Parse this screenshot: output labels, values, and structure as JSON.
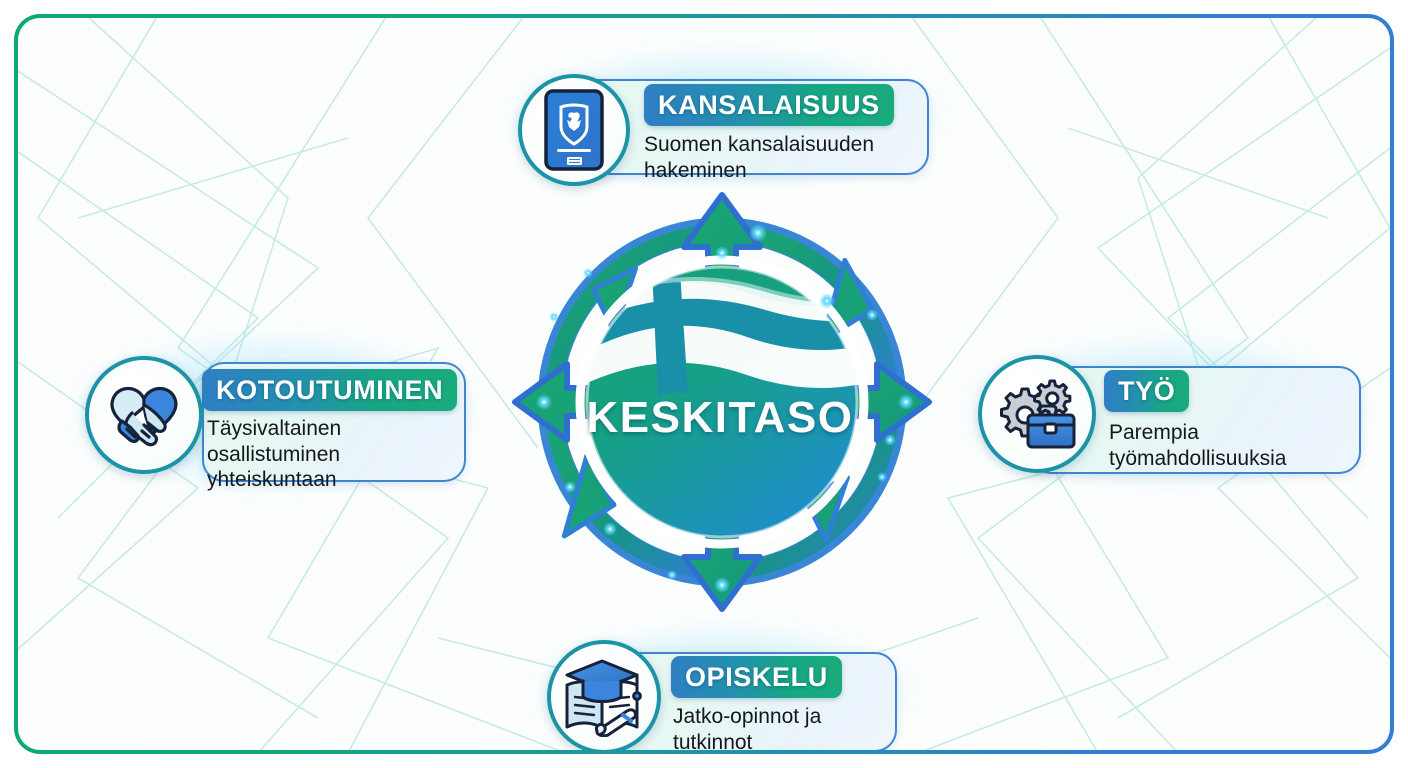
{
  "frame": {
    "border_gradient_from": "#0fa678",
    "border_gradient_to": "#2f7fd4",
    "background": "#fcfefd",
    "pattern_line_color": "#bde8de"
  },
  "center": {
    "label": "KESKITASO",
    "circle_gradient_from": "#15a06f",
    "circle_gradient_to": "#1f8ec8",
    "flag_cross_color": "#1a8fa8",
    "flag_field_color": "#ffffff",
    "icon_name": "finland-flag-circle",
    "arrow_fill": "#1aa06e",
    "arrow_stroke": "#2f6fd0",
    "glow_color": "#35c8ff"
  },
  "cards": [
    {
      "id": "kansalaisuus",
      "title": "KANSALAISUUS",
      "subtitle": "Suomen kansalaisuuden hakeminen",
      "icon_name": "finnish-passport-icon",
      "position": "top"
    },
    {
      "id": "kotoutuminen",
      "title": "KOTOUTUMINEN",
      "subtitle": "Täysivaltainen osallistuminen yhteiskuntaan",
      "icon_name": "handshake-heart-icon",
      "position": "left"
    },
    {
      "id": "tyo",
      "title": "TYÖ",
      "subtitle": "Parempia työmahdollisuuksia",
      "icon_name": "gears-briefcase-icon",
      "position": "right"
    },
    {
      "id": "opiskelu",
      "title": "OPISKELU",
      "subtitle": "Jatko-opinnot ja tutkinnot",
      "icon_name": "graduation-book-diploma-icon",
      "position": "bottom"
    }
  ],
  "theme": {
    "title_pill_gradient_from": "#2f7fc4",
    "title_pill_gradient_to": "#19ab7c",
    "card_body_background": "#e8f8f2",
    "card_border": "#3f86d0",
    "icon_ring": "#1c93a6",
    "subtitle_color": "#16181b",
    "title_color": "#ffffff"
  }
}
